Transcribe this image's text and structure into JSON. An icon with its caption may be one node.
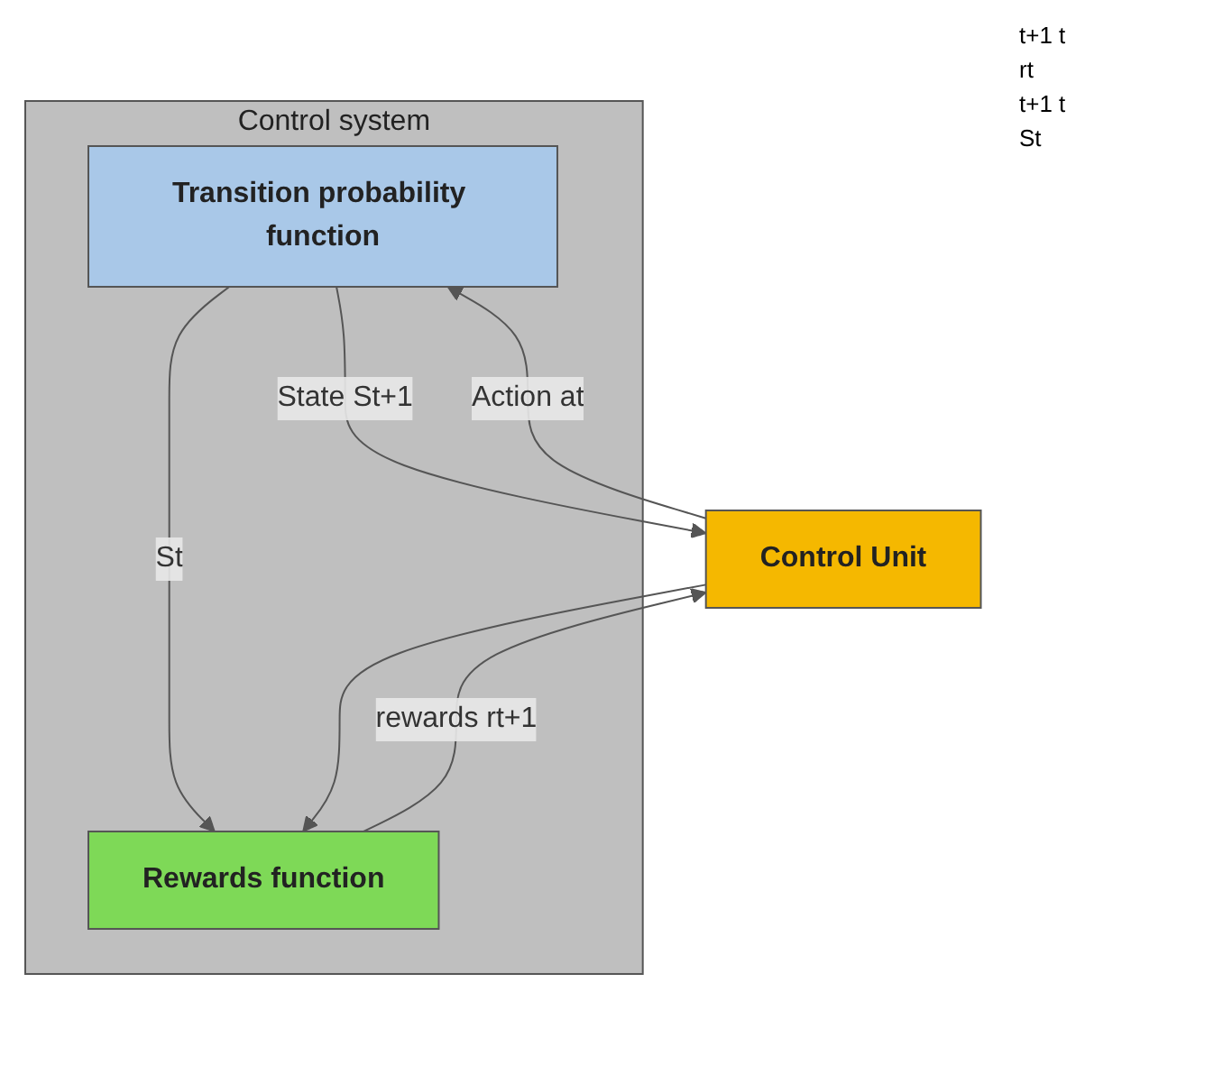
{
  "diagram": {
    "nodes": [
      {
        "text": [
          "Control system"
        ]
      },
      {
        "text": [
          "Transition probability function"
        ],
        "in": 0
      },
      {
        "text": [
          "Rewards function"
        ],
        "in": 0
      },
      {
        "text": [
          "Control Unit"
        ]
      }
    ],
    "edges": [
      {
        "from": 1,
        "to": 3,
        "arrow": "to",
        "label": "State St+1"
      },
      {
        "from": 1,
        "to": 2,
        "arrow": "to",
        "label": "St"
      },
      {
        "from": 2,
        "to": 3,
        "arrow": "to",
        "label": "rewards rt+1"
      },
      {
        "from": 3,
        "to": 1,
        "arrow": "to",
        "label": "Action at"
      },
      {
        "from": 3,
        "to": 2,
        "arrow": "to"
      }
    ],
    "labels": [
      "t+1 t",
      "rt",
      "t+1 t",
      "St"
    ]
  }
}
